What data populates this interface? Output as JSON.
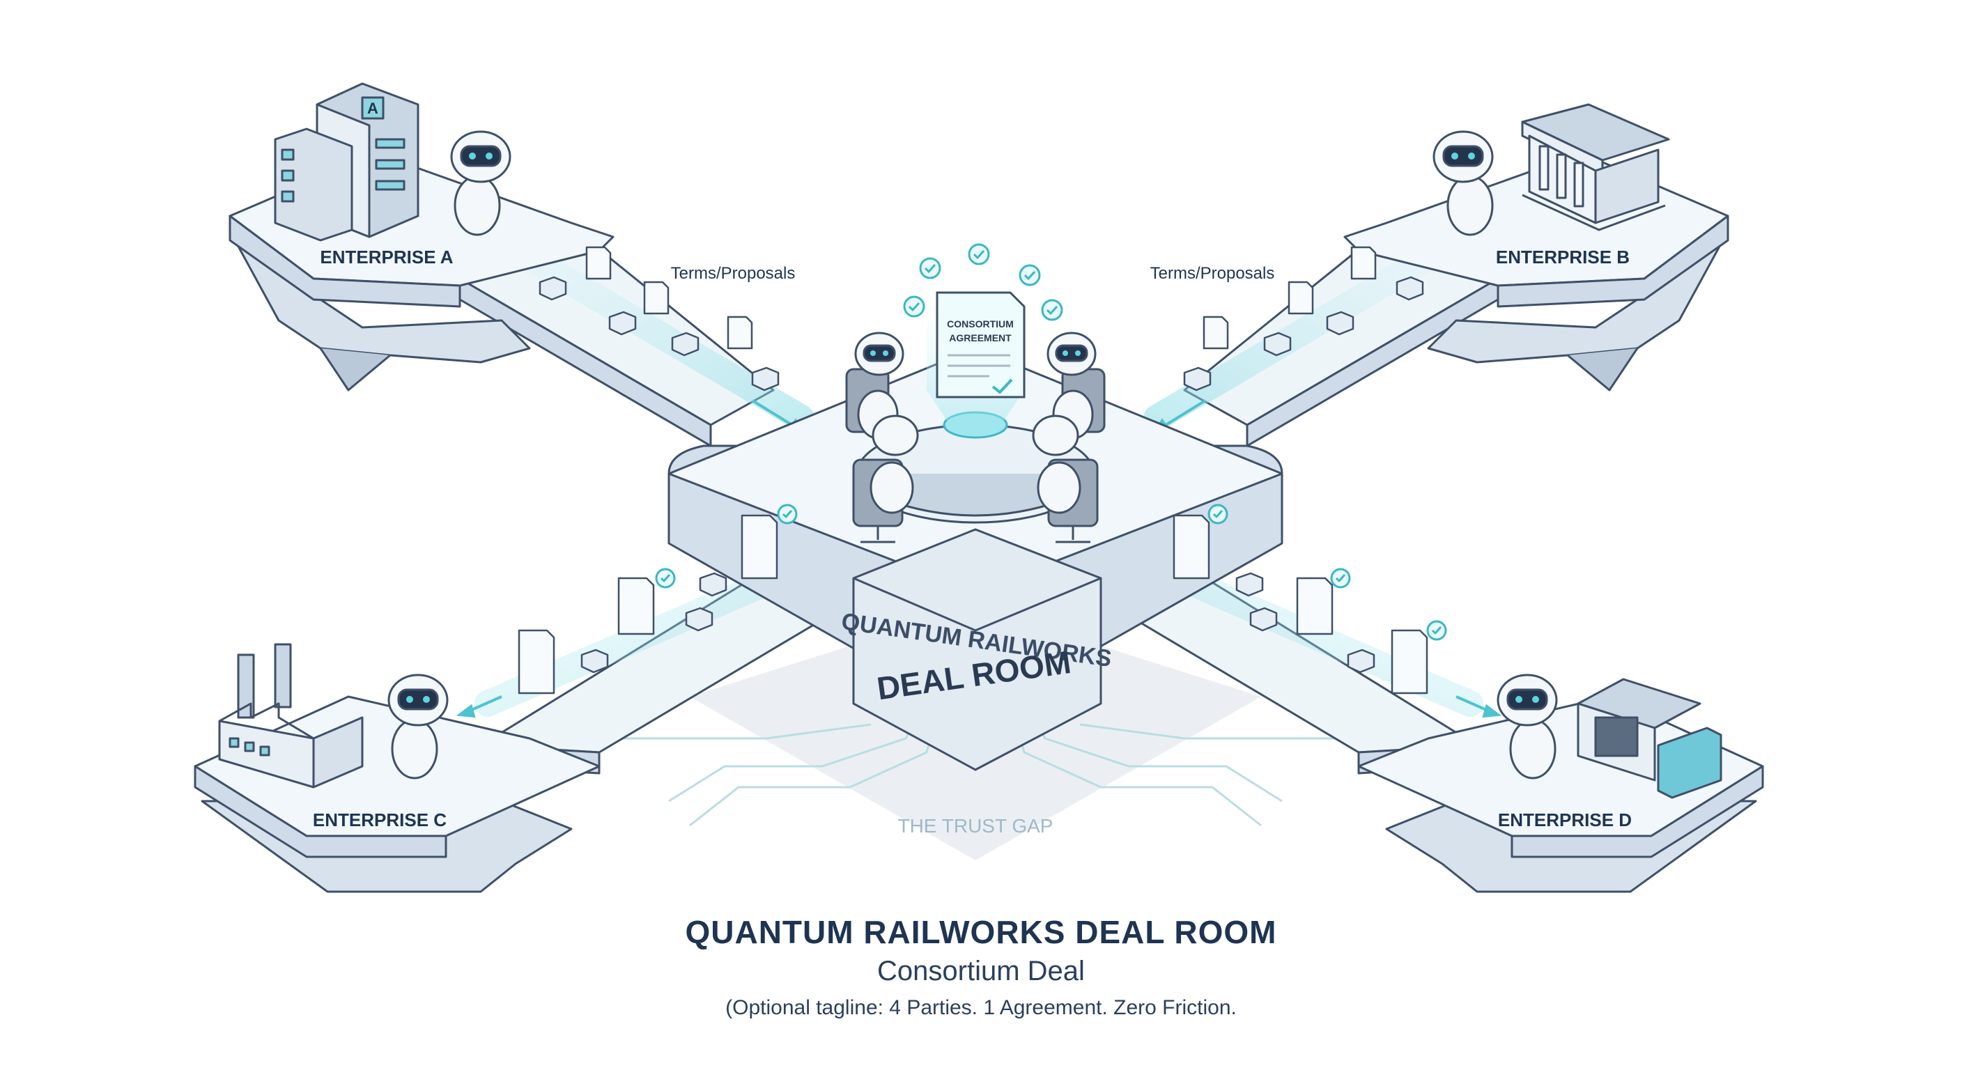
{
  "enterprises": [
    {
      "id": "a",
      "label": "ENTERPRISE A",
      "building": "office-building-icon",
      "building_letter": "A"
    },
    {
      "id": "b",
      "label": "ENTERPRISE B",
      "building": "bank-building-icon"
    },
    {
      "id": "c",
      "label": "ENTERPRISE C",
      "building": "factory-icon"
    },
    {
      "id": "d",
      "label": "ENTERPRISE D",
      "building": "warehouse-icon"
    }
  ],
  "flows": {
    "left_top_label": "Terms/Proposals",
    "right_top_label": "Terms/Proposals"
  },
  "center": {
    "agreement_line1": "CONSORTIUM",
    "agreement_line2": "AGREEMENT",
    "hub_line1": "QUANTUM RAILWORKS",
    "hub_line2": "DEAL ROOM",
    "gap_label": "THE TRUST GAP"
  },
  "footer": {
    "title": "QUANTUM RAILWORKS DEAL ROOM",
    "subtitle": "Consortium Deal",
    "tagline": "(Optional tagline: 4 Parties. 1 Agreement. Zero Friction."
  },
  "colors": {
    "outline": "#3f5068",
    "platform_top": "#eef5f9",
    "platform_side": "#cfdbe8",
    "accent": "#3bb7c4",
    "text_dark": "#1e3452"
  }
}
